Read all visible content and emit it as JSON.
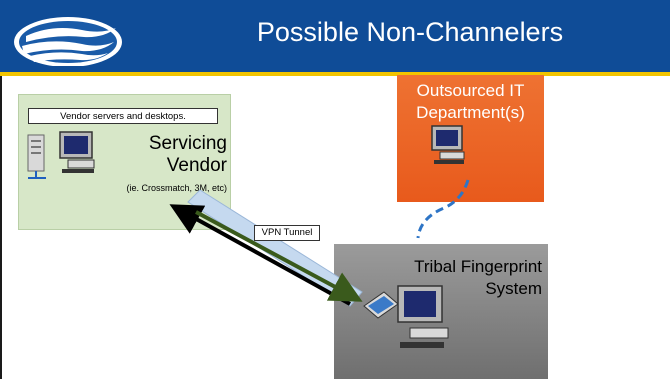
{
  "slide": {
    "title": "Possible Non-Channelers"
  },
  "vendor": {
    "callout": "Vendor servers and desktops.",
    "title_line1": "Servicing",
    "title_line2": "Vendor",
    "subtitle": "(ie. Crossmatch, 3M, etc)"
  },
  "it_department": {
    "line1": "Outsourced IT",
    "line2": "Department(s)"
  },
  "tribal": {
    "line1": "Tribal Fingerprint",
    "line2": "System"
  },
  "vpn": {
    "label": "VPN Tunnel"
  },
  "colors": {
    "header": "#0f4c97",
    "accent_stripe": "#f2c400",
    "vendor_box": "#d7e7c8",
    "it_box": "#ee7232",
    "tribal_box": "#808080",
    "dashed_link": "#2e75c6",
    "vpn_arrow_green": "#3a5a1c"
  },
  "icons": [
    "logo-icon",
    "server-icon",
    "computer-icon",
    "scanner-icon"
  ]
}
